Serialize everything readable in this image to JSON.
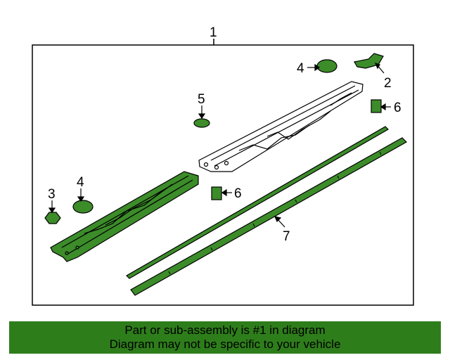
{
  "callouts": {
    "c1": "1",
    "c2": "2",
    "c3": "3",
    "c4a": "4",
    "c4b": "4",
    "c5": "5",
    "c6a": "6",
    "c6b": "6",
    "c7": "7"
  },
  "banner": {
    "line1": "Part or sub-assembly is #1 in diagram",
    "line2": "Diagram may not be specific to your vehicle"
  },
  "colors": {
    "highlight_green": "#3c8c2a",
    "banner_green": "#2e7d1b"
  }
}
